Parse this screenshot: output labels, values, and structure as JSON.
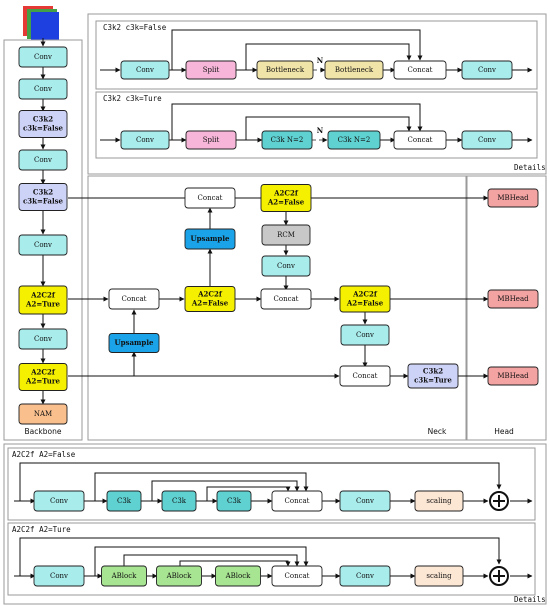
{
  "colors": {
    "conv": "#a9ecec",
    "split": "#f7b6d9",
    "bottleneck": "#f1e4a8",
    "c3k": "#5fd1d1",
    "c3k2": "#cdd2f7",
    "a2c2f": "#f5f000",
    "upsample": "#1aa3e8",
    "rcm": "#c8c8c8",
    "mbhead": "#f4a3a3",
    "nam": "#f9c08e",
    "scaling": "#fce6d4",
    "ablock": "#a8e592",
    "concat": "#ffffff"
  },
  "logo": {
    "name": "stacked-squares-logo"
  },
  "labels": {
    "conv": "Conv",
    "concat": "Concat",
    "split": "Split",
    "bottleneck": "Bottleneck",
    "c3k": "C3k",
    "c3k_n2": "C3k N=2",
    "n": "N",
    "c3k2": "C3k2",
    "c3k_false": "c3k=False",
    "c3k_true": "c3k=Ture",
    "a2c2f": "A2C2f",
    "a2_false": "A2=False",
    "a2_true": "A2=Ture",
    "upsample": "Upsample",
    "rcm": "RCM",
    "mbhead": "MBHead",
    "nam": "NAM",
    "scaling": "scaling",
    "ablock": "ABlock"
  },
  "sections": {
    "backbone": "Backbone",
    "neck": "Neck",
    "head": "Head",
    "details_top": "Details",
    "details_bottom": "Details"
  },
  "subtitles": {
    "c3k2_false": "C3k2 c3k=False",
    "c3k2_true": "C3k2 c3k=Ture",
    "a2c2f_false": "A2C2f A2=False",
    "a2c2f_true": "A2C2f A2=Ture"
  },
  "icons": {
    "add": "circle-plus-icon"
  }
}
